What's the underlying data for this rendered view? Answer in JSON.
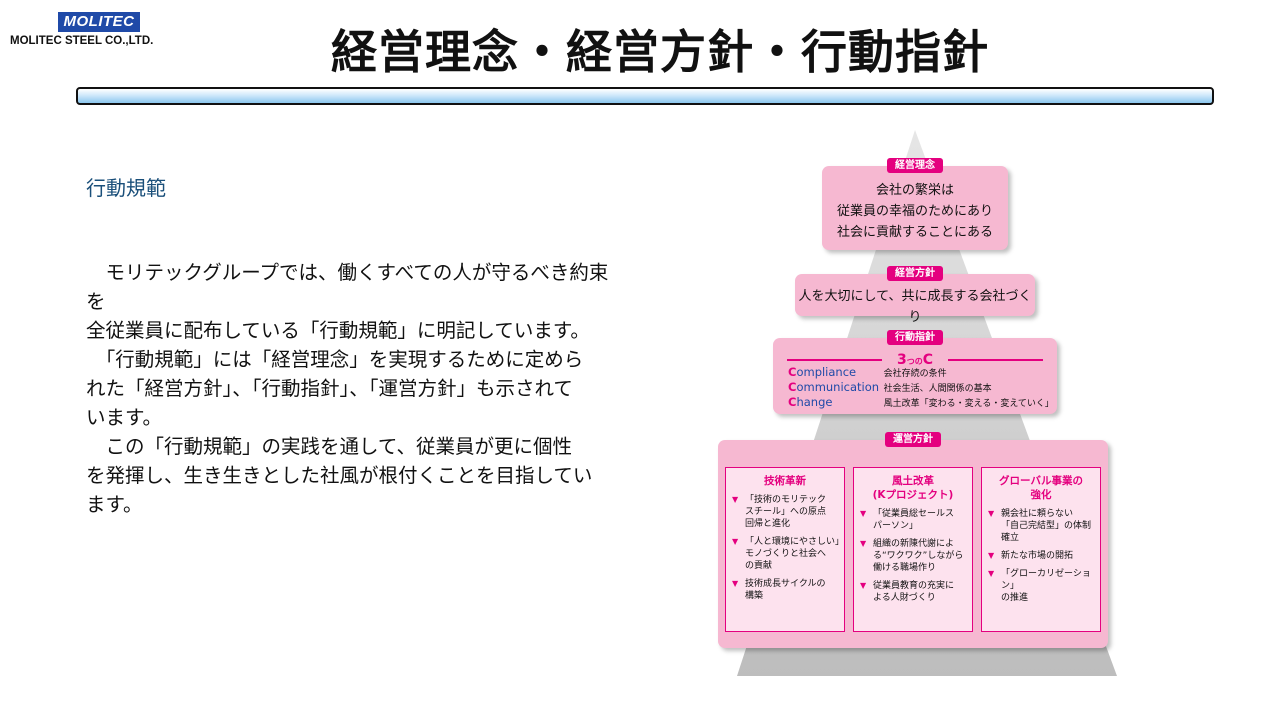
{
  "logo": {
    "badge": "MOLITEC",
    "company": "MOLITEC STEEL CO.,LTD."
  },
  "title": "経営理念・経営方針・行動指針",
  "section_heading": "行動規範",
  "body": [
    "　モリテックグループでは、働くすべての人が守るべき約束を",
    "全従業員に配布している「行動規範」に明記しています。",
    "　「行動規範」には「経営理念」を実現するために定めら",
    "れた「経営方針」、「行動指針」、「運営方針」も示されて",
    "います。",
    "　この「行動規範」の実践を通して、従業員が更に個性",
    "を発揮し、生き生きとした社風が根付くことを目指してい",
    "ます。"
  ],
  "pyramid": {
    "philosophy": {
      "label": "経営理念",
      "lines": [
        "会社の繁栄は",
        "従業員の幸福のためにあり",
        "社会に貢献することにある"
      ]
    },
    "policy": {
      "label": "経営方針",
      "text": "人を大切にして、共に成長する会社づくり"
    },
    "guideline": {
      "label": "行動指針",
      "head_num": "3",
      "head_small": "つの",
      "head_letter": "C",
      "items": [
        {
          "initial": "C",
          "rest": "ompliance",
          "desc": "会社存続の条件"
        },
        {
          "initial": "C",
          "rest": "ommunication",
          "desc": "社会生活、人間関係の基本"
        },
        {
          "initial": "C",
          "rest": "hange",
          "desc": "風土改革「変わる・変える・変えていく」"
        }
      ]
    },
    "operation": {
      "label": "運営方針",
      "columns": [
        {
          "title": [
            "技術革新"
          ],
          "items": [
            [
              "「技術のモリテック",
              "スチール」への原点",
              "回帰と進化"
            ],
            [
              "「人と環境にやさしい」",
              "モノづくりと社会へ",
              "の貢献"
            ],
            [
              "技術成長サイクルの",
              "構築"
            ]
          ]
        },
        {
          "title": [
            "風土改革",
            "(Kプロジェクト)"
          ],
          "items": [
            [
              "「従業員総セールス",
              "パーソン」"
            ],
            [
              "組織の新陳代謝によ",
              "る“ワクワク”しながら",
              "働ける職場作り"
            ],
            [
              "従業員教育の充実に",
              "よる人財づくり"
            ]
          ]
        },
        {
          "title": [
            "グローバル事業の",
            "強化"
          ],
          "items": [
            [
              "親会社に頼らない",
              "「自己完結型」の体制",
              "確立"
            ],
            [
              "新たな市場の開拓"
            ],
            [
              "「グローカリゼーション」",
              "の推進"
            ]
          ]
        }
      ]
    }
  },
  "colors": {
    "accent": "#e4007f",
    "tier_fill": "#f6b8d1",
    "brand_blue": "#1f4aa8",
    "heading_blue": "#1a4f7a"
  }
}
